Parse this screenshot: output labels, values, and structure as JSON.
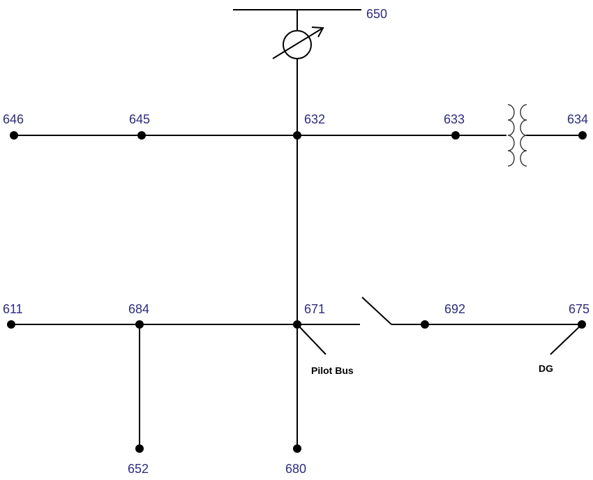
{
  "colors": {
    "bus_label": "#2e2c7e",
    "line": "#000000",
    "annotation": "#000000"
  },
  "buses": {
    "b650": "650",
    "b646": "646",
    "b645": "645",
    "b632": "632",
    "b633": "633",
    "b634": "634",
    "b611": "611",
    "b684": "684",
    "b671": "671",
    "b692": "692",
    "b675": "675",
    "b652": "652",
    "b680": "680"
  },
  "annotations": {
    "pilot_bus": "Pilot Bus",
    "dg": "DG"
  },
  "devices": {
    "regulator_icon": "voltage-regulator-icon",
    "transformer_icon": "transformer-icon",
    "switch_icon": "open-switch-icon"
  },
  "connections": [
    [
      "650",
      "632"
    ],
    [
      "646",
      "645"
    ],
    [
      "645",
      "632"
    ],
    [
      "632",
      "633"
    ],
    [
      "633",
      "634"
    ],
    [
      "632",
      "671"
    ],
    [
      "611",
      "684"
    ],
    [
      "684",
      "671"
    ],
    [
      "684",
      "652"
    ],
    [
      "671",
      "680"
    ],
    [
      "671",
      "692"
    ],
    [
      "692",
      "675"
    ]
  ]
}
